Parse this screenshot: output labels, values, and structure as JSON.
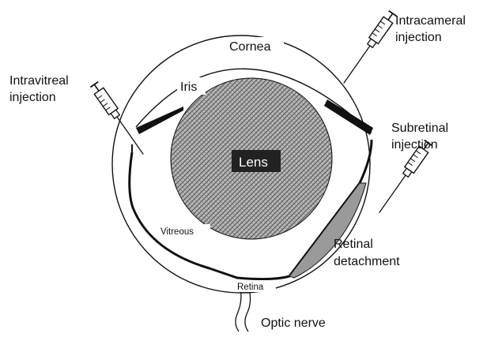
{
  "labels": {
    "cornea": "Cornea",
    "iris": "Iris",
    "lens": "Lens",
    "vitreous": "Vitreous",
    "retina": "Retina",
    "optic_nerve": "Optic nerve",
    "retinal_detachment": [
      "Retinal",
      "detachment"
    ],
    "intravitreal_injection": [
      "Intravitreal",
      "injection"
    ],
    "intracameral_injection": [
      "Intracameral",
      "injection"
    ],
    "subretinal_injection": [
      "Subretinal",
      "injection"
    ]
  },
  "colors": {
    "line": "#111111",
    "lens_fill": "#8a8a8a",
    "detachment_fill": "#9a9a9a",
    "background": "#ffffff"
  },
  "icons": [
    "syringe-icon"
  ]
}
